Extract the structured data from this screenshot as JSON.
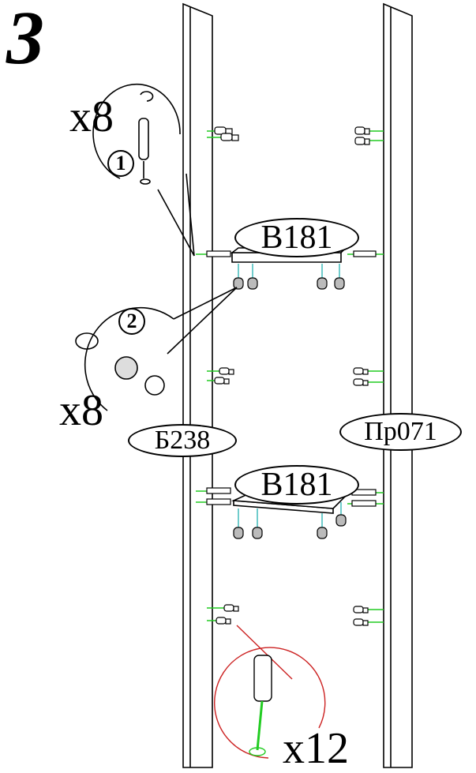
{
  "step_number": "3",
  "quantities": {
    "callout1": "x8",
    "callout2": "x8",
    "callout3": "x12"
  },
  "sub_steps": {
    "first": "1",
    "second": "2"
  },
  "labels": {
    "shelf_top": "B181",
    "shelf_bottom": "B181",
    "left_side": "Б238",
    "right_side": "Пр071"
  },
  "colors": {
    "line": "#000000",
    "dowel_line": "#22cc22",
    "cam_line": "#11aaaa",
    "callout3_ring": "#cc2222"
  }
}
